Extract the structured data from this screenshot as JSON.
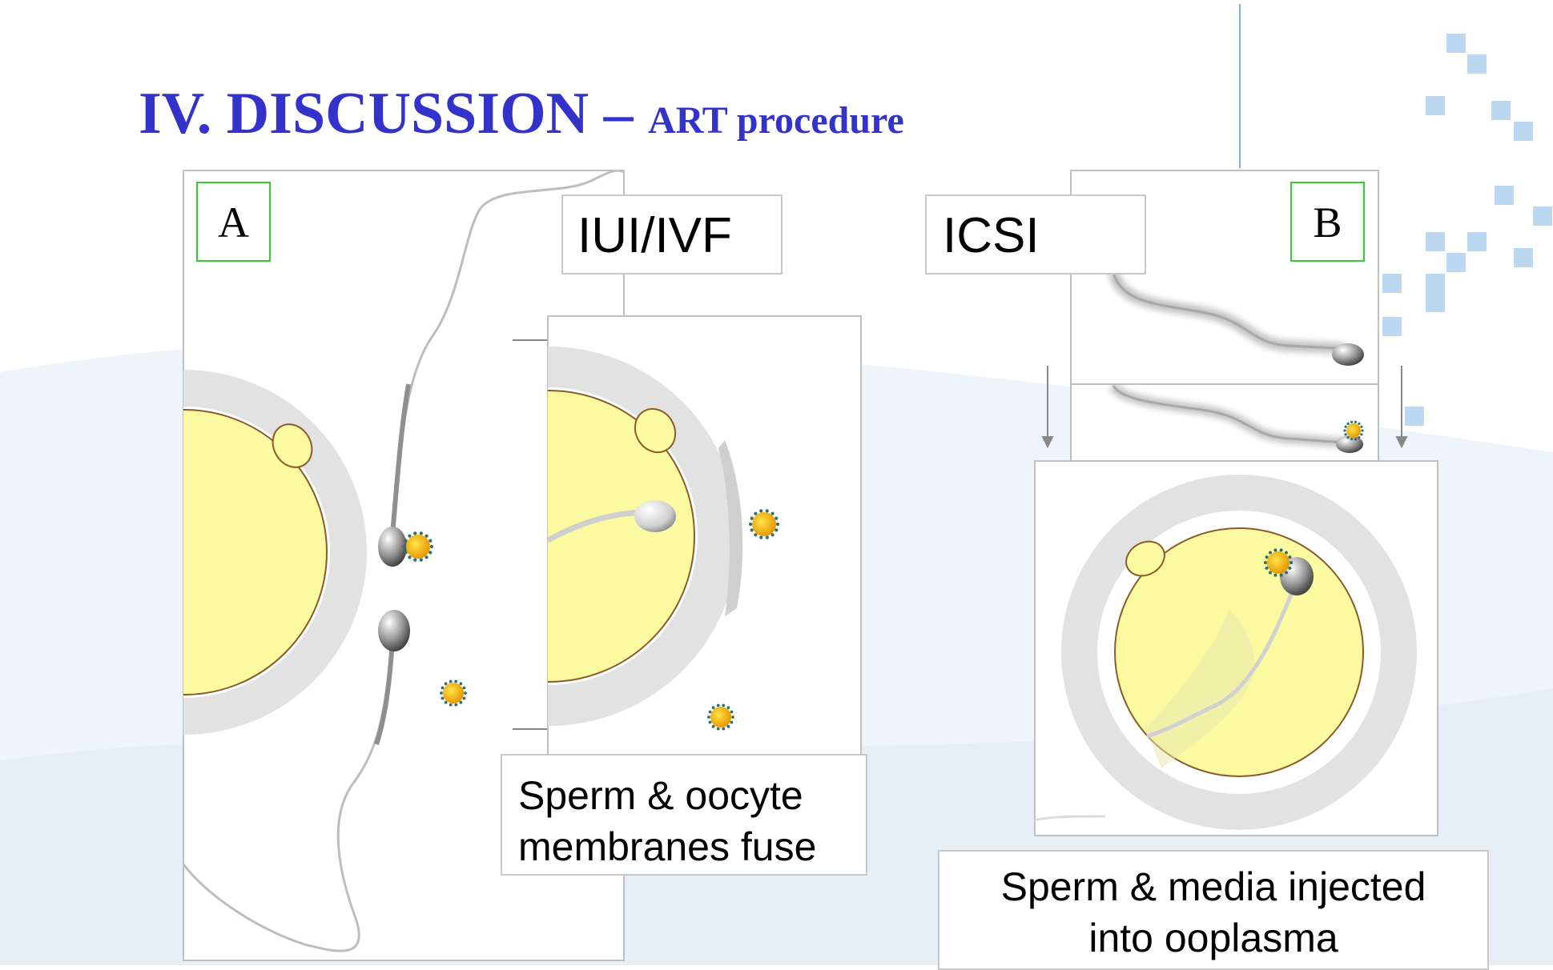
{
  "title": {
    "main": "IV. DISCUSSION – ",
    "sub": "ART procedure"
  },
  "panel_a": {
    "tag": "A",
    "method": "IUI/IVF",
    "caption_line1": "Sperm & oocyte",
    "caption_line2": "membranes fuse"
  },
  "panel_b": {
    "tag": "B",
    "method": "ICSI",
    "caption_line1": "Sperm & media injected",
    "caption_line2": "into ooplasma"
  },
  "colors": {
    "title": "#3333cc",
    "oocyte": "#fbfaa0",
    "oocyte_border": "#8b5a2b",
    "zona": "#e2e2e2",
    "tag_border": "#33cc33",
    "virus": "#f2b800",
    "virus_spikes": "#2f6f6f",
    "background_wave": "#eaf2fa",
    "deco_squares": "#bcd8f0"
  }
}
